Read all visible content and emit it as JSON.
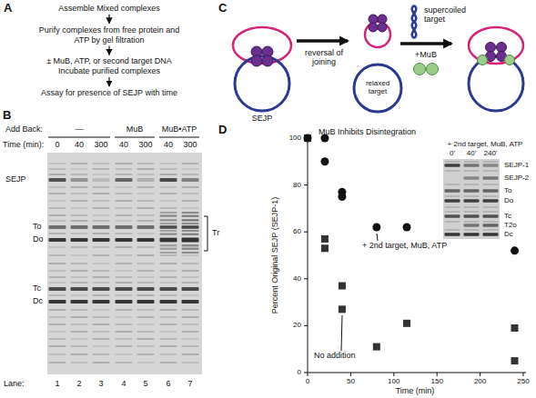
{
  "diagram": {
    "nodes": [
      {
        "text": [
          "Assemble Mixed complexes"
        ]
      },
      {
        "text": [
          "Purify complexes from free protein and ATP by gel filtration"
        ]
      },
      {
        "text": [
          "± MuB, ATP, or second target DNA Incubate purified complexes"
        ]
      },
      {
        "text": [
          "Assay for presence of SEJP with time"
        ]
      }
    ],
    "edges": [
      {
        "from": 0,
        "to": 1,
        "arrow": "to"
      },
      {
        "from": 1,
        "to": 2,
        "arrow": "to"
      },
      {
        "from": 2,
        "to": 3,
        "arrow": "to"
      }
    ],
    "labels": [
      "A",
      "B",
      "Add Back:",
      "—",
      "MuB",
      "MuB•ATP",
      "Time (min):",
      "0",
      "40",
      "300",
      "40",
      "300",
      "40",
      "300",
      "SEJP",
      "To",
      "Do",
      "Tc",
      "Dc",
      "Tr",
      "Lane:",
      "1",
      "2",
      "3",
      "4",
      "5",
      "6",
      "7",
      "C",
      "reversal of joining",
      "supercoiled target",
      "+MuB",
      "SEJP",
      "relaxed target",
      "D",
      "MuB Inhibits Disintegration",
      "Percent Original SEJP (SEJP-1)",
      "0",
      "20",
      "40",
      "60",
      "80",
      "100",
      "0",
      "50",
      "100",
      "150",
      "200",
      "250",
      "Time (min)",
      "+ 2nd target, MuB, ATP",
      "No addition",
      "+ 2nd target, MuB, ATP",
      "0'",
      "40'",
      "240'",
      "SEJP-1",
      "SEJP-2",
      "To",
      "Do",
      "Tc",
      "T2o",
      "Dc"
    ]
  }
}
